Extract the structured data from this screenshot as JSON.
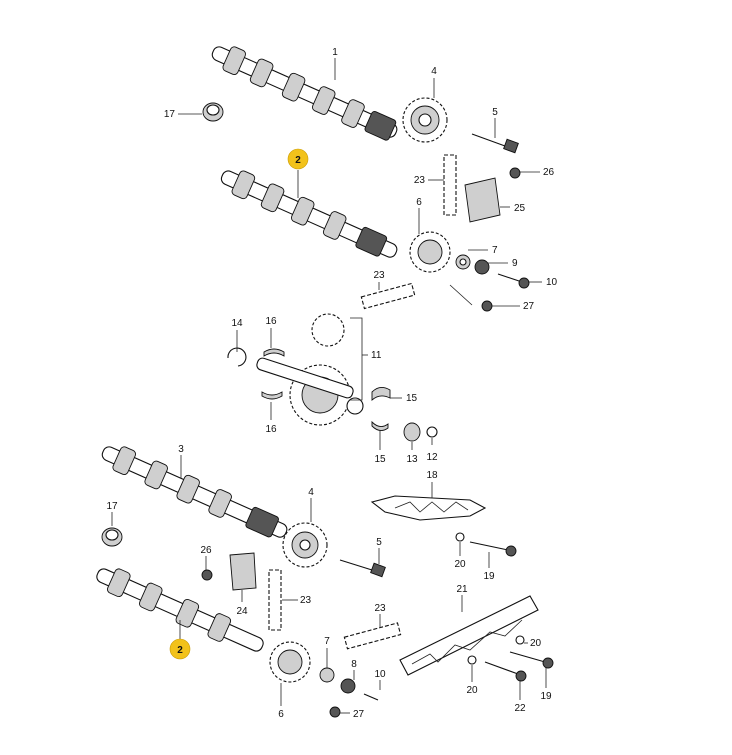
{
  "labels": {
    "n1": "1",
    "n2a": "2",
    "n2b": "2",
    "n3": "3",
    "n4a": "4",
    "n4b": "4",
    "n5a": "5",
    "n5b": "5",
    "n6a": "6",
    "n6b": "6",
    "n7a": "7",
    "n7b": "7",
    "n8": "8",
    "n9": "9",
    "n10a": "10",
    "n10b": "10",
    "n11": "11",
    "n12": "12",
    "n13": "13",
    "n14": "14",
    "n15a": "15",
    "n15b": "15",
    "n16a": "16",
    "n16b": "16",
    "n17a": "17",
    "n17b": "17",
    "n18": "18",
    "n19a": "19",
    "n19b": "19",
    "n20a": "20",
    "n20b": "20",
    "n20c": "20",
    "n21": "21",
    "n22": "22",
    "n23a": "23",
    "n23b": "23",
    "n23c": "23",
    "n23d": "23",
    "n24": "24",
    "n25": "25",
    "n26a": "26",
    "n26b": "26",
    "n27a": "27",
    "n27b": "27"
  },
  "highlight_color": "#f2c21b"
}
